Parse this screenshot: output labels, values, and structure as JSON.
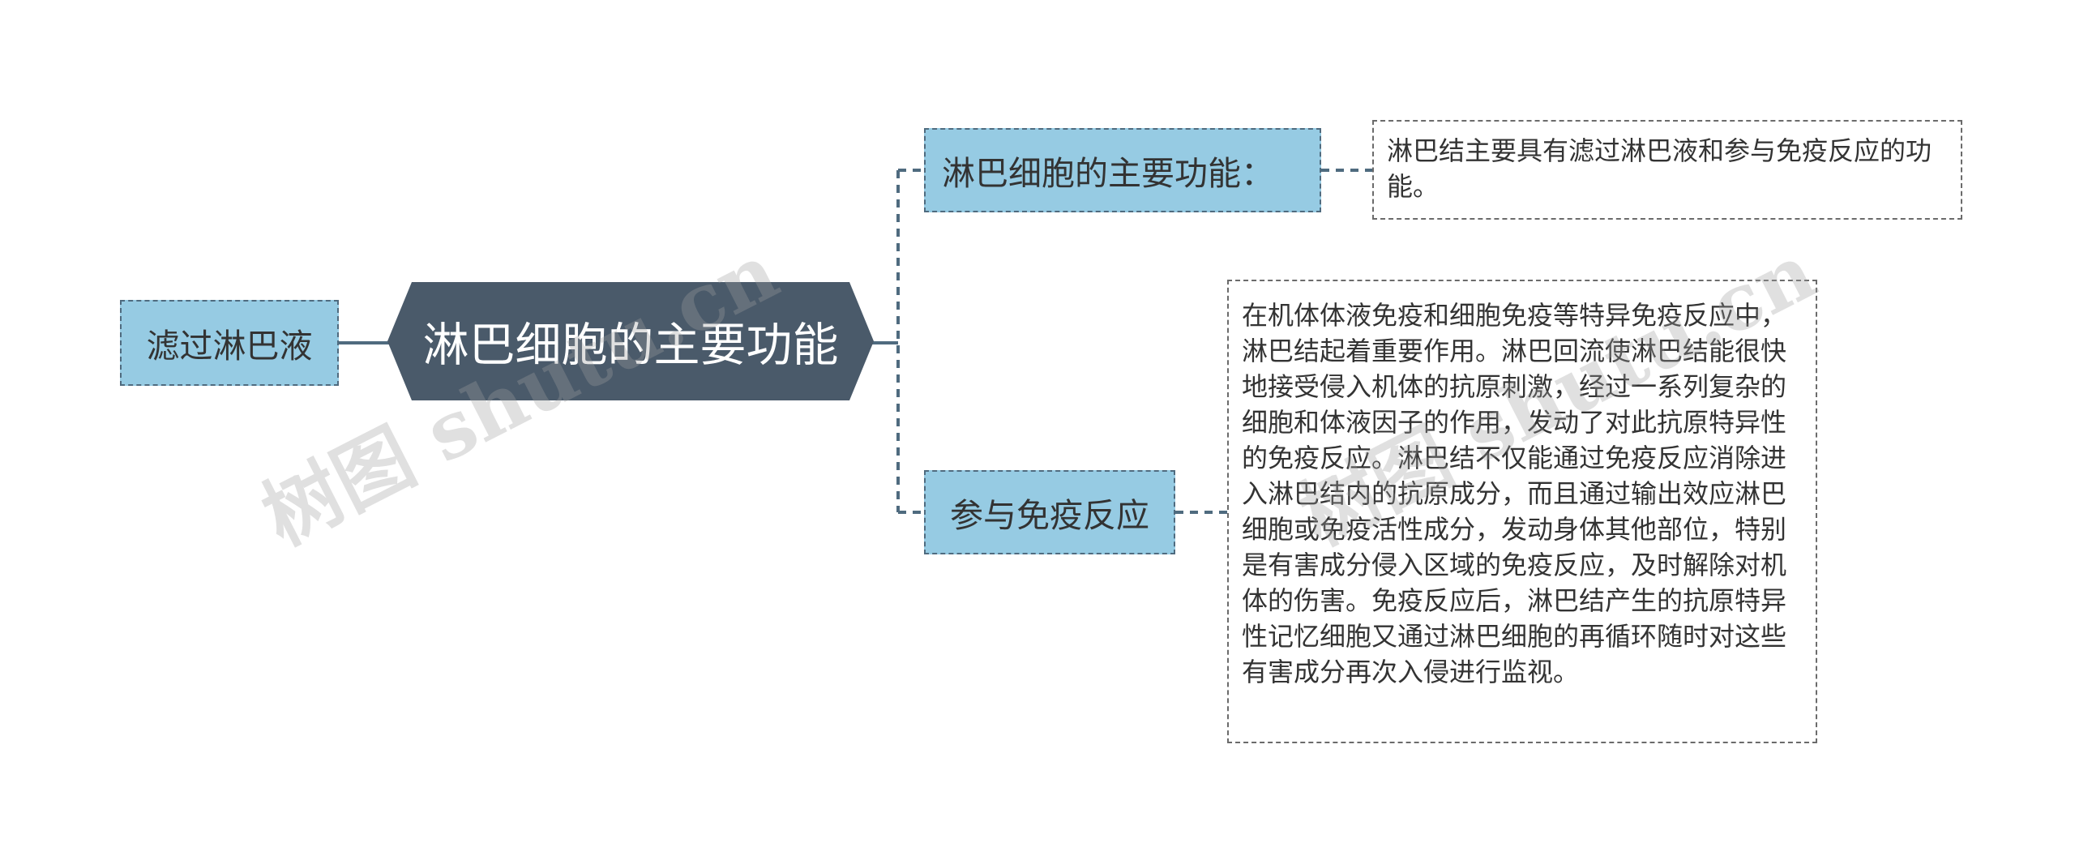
{
  "center": {
    "label": "淋巴细胞的主要功能"
  },
  "left_node": {
    "label": "滤过淋巴液"
  },
  "branches": [
    {
      "label": "淋巴细胞的主要功能：",
      "detail": "淋巴结主要具有滤过淋巴液和参与免疫反应的功能。"
    },
    {
      "label": "参与免疫反应",
      "detail": "在机体体液免疫和细胞免疫等特异免疫反应中，淋巴结起着重要作用。淋巴回流使淋巴结能很快地接受侵入机体的抗原刺激，经过一系列复杂的细胞和体液因子的作用，发动了对此抗原特异性的免疫反应。淋巴结不仅能通过免疫反应消除进入淋巴结内的抗原成分，而且通过输出效应淋巴细胞或免疫活性成分，发动身体其他部位，特别是有害成分侵入区域的免疫反应，及时解除对机体的伤害。免疫反应后，淋巴结产生的抗原特异性记忆细胞又通过淋巴细胞的再循环随时对这些有害成分再次入侵进行监视。"
    }
  ],
  "watermark": {
    "text": "树图 shutu.cn"
  },
  "colors": {
    "center_fill": "#4a5a6a",
    "node_fill": "#96cbe3",
    "node_border": "#4f6b7f",
    "connector": "#4f6b7f"
  }
}
